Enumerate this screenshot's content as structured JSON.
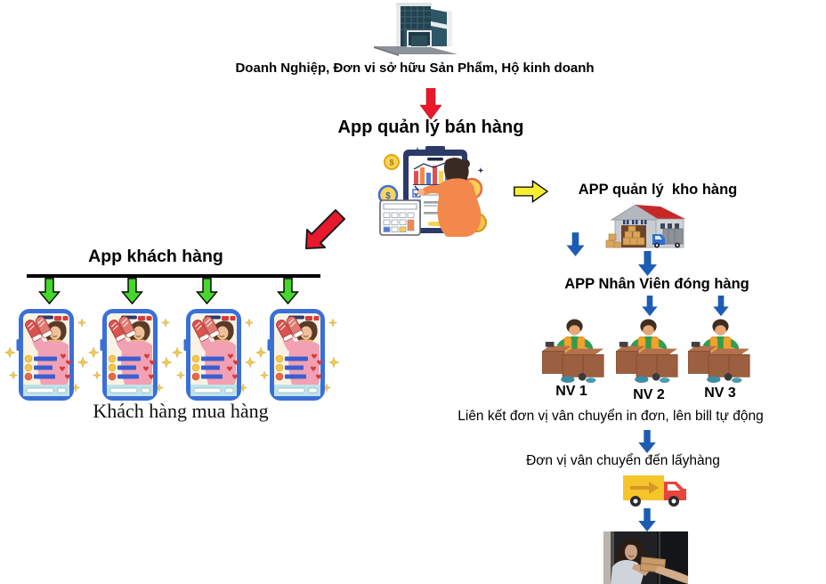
{
  "palette": {
    "background": "#ffffff",
    "text": "#000000",
    "arrow_red": "#e8192c",
    "arrow_green": "#46d62c",
    "arrow_yellow": "#f9ee32",
    "arrow_blue": "#1d5cb4"
  },
  "icons": {
    "building": "office-building-3d",
    "sales_app": "person-with-dashboard-illustration",
    "warehouse": "warehouse-with-truck",
    "worker": "staff-packing-boxes",
    "phone": "livestream-shopping-phone",
    "truck": "delivery-truck",
    "photo": "package-handover-photo"
  },
  "top_flow": {
    "owner_caption": "Doanh Nghiệp, Đơn vi sở hữu Sản Phẩm, Hộ kinh doanh",
    "sales_app_title": "App quản lý bán hàng"
  },
  "warehouse_flow": {
    "warehouse_app_title": "APP quản lý  kho hàng",
    "packing_app_title": "APP Nhân Viên đóng hàng",
    "workers": [
      {
        "label": "NV 1"
      },
      {
        "label": "NV 2"
      },
      {
        "label": "NV 3"
      }
    ],
    "carrier_link_caption": "Liên kết đơn vị vân chuyển in đơn, lên bill tự động",
    "carrier_pickup_caption": "Đơn vị vân chuyển đến lấyhàng"
  },
  "customer_flow": {
    "customer_app_title": "App khách hàng",
    "customers_caption": "Khách hàng mua hàng"
  }
}
